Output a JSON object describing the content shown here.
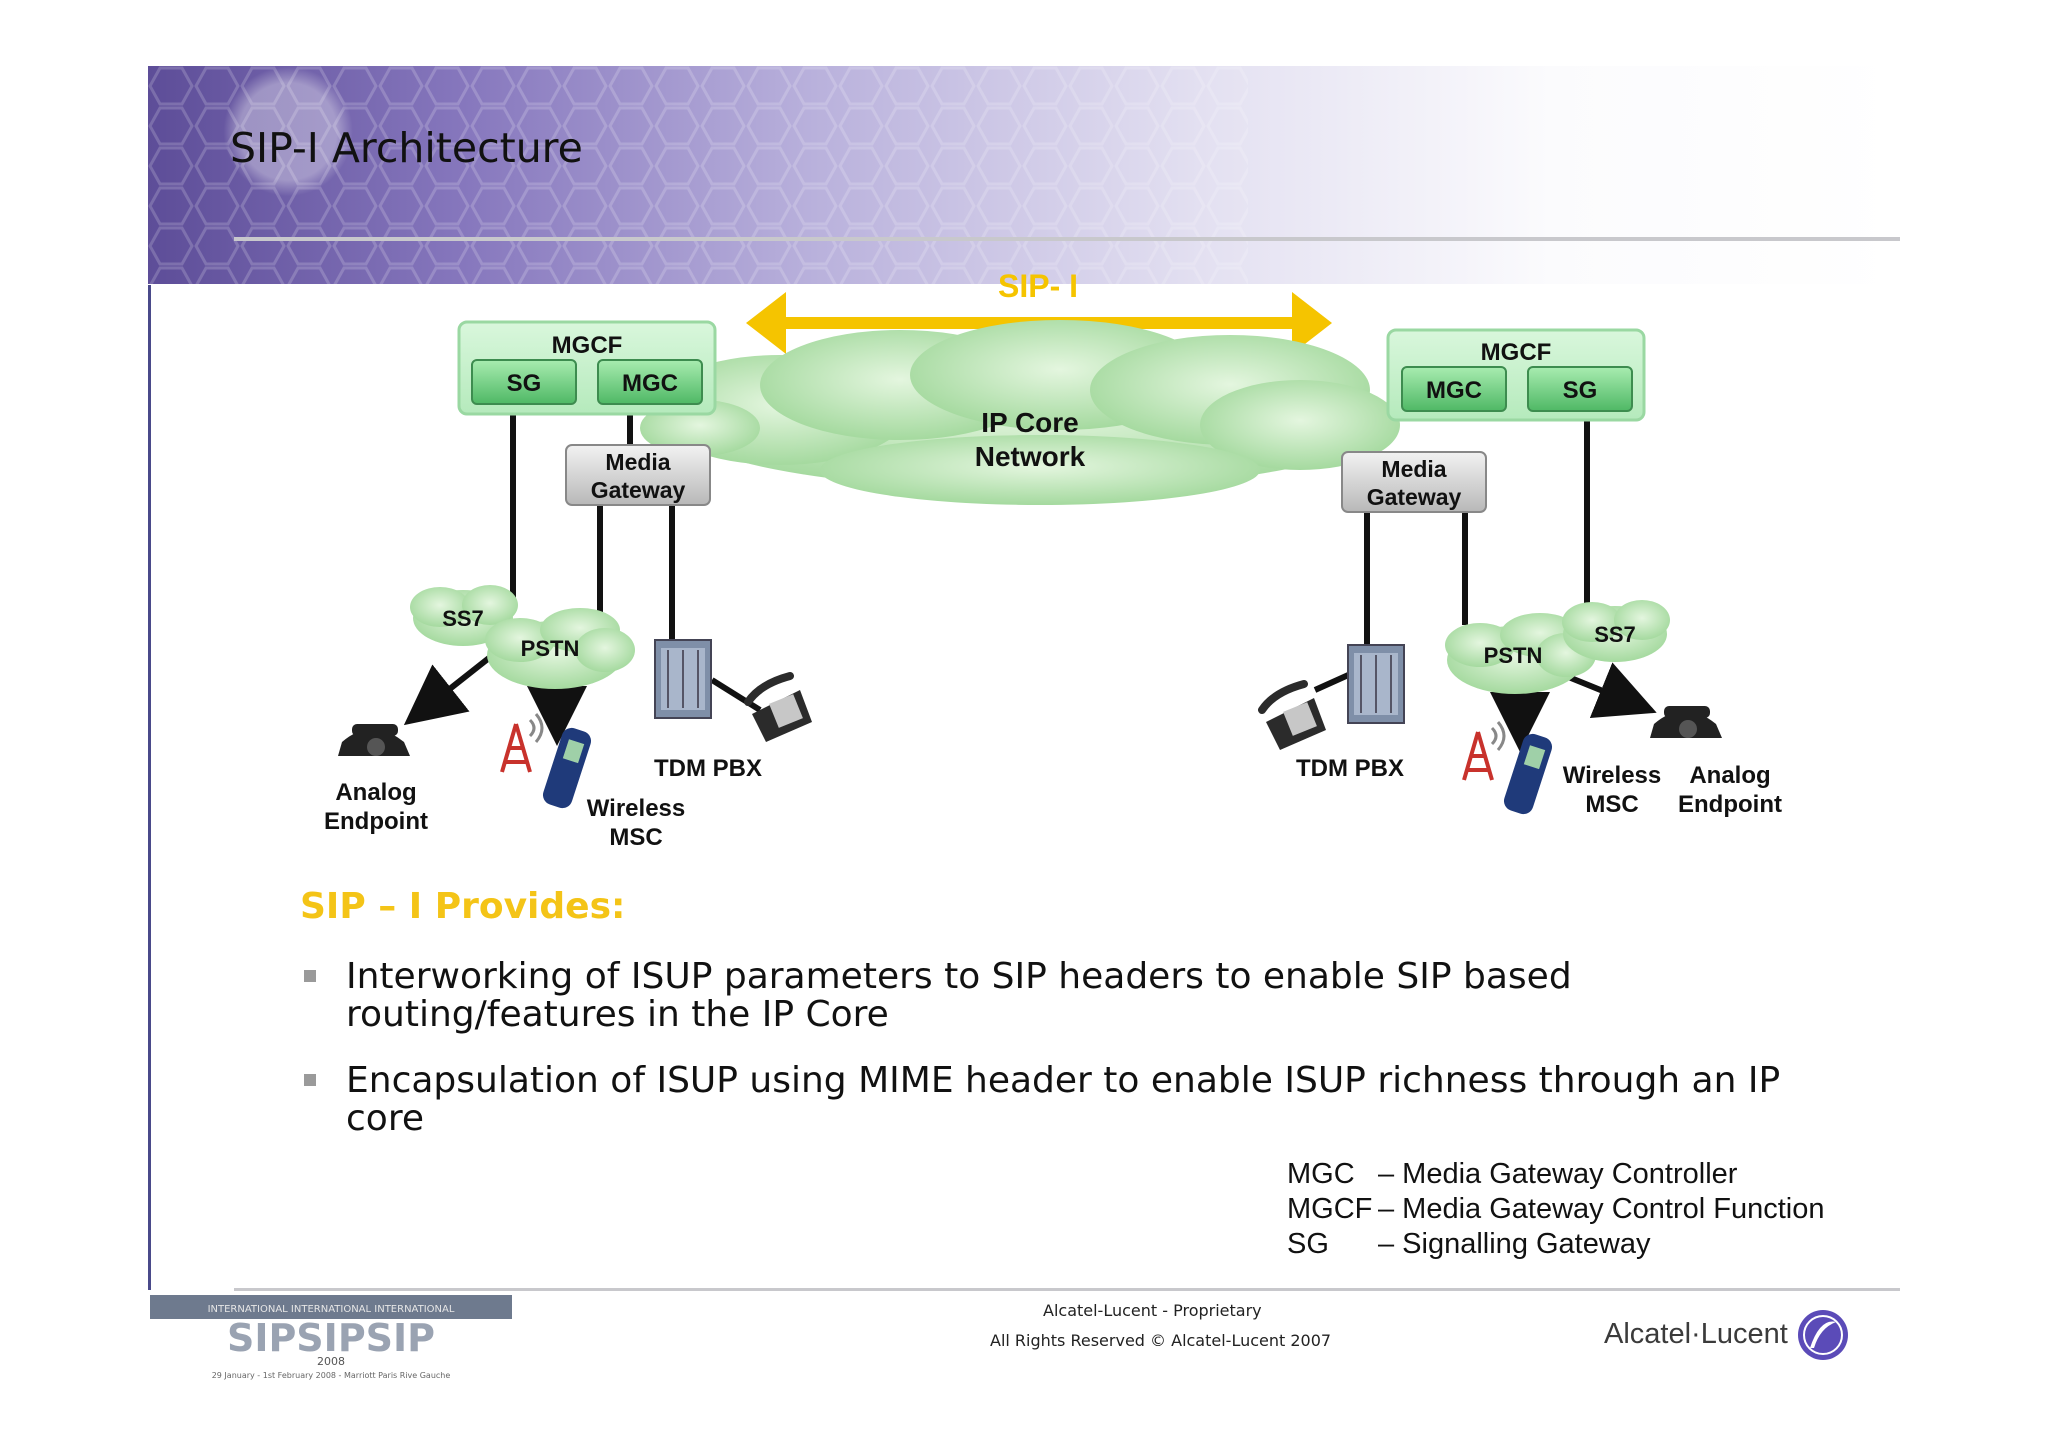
{
  "slide": {
    "title": "SIP-I Architecture"
  },
  "diagram": {
    "sipi_label": "SIP- I",
    "core_label_line1": "IP Core",
    "core_label_line2": "Network",
    "left": {
      "mgcf": "MGCF",
      "sg": "SG",
      "mgc": "MGC",
      "gateway_line1": "Media",
      "gateway_line2": "Gateway",
      "ss7": "SS7",
      "pstn": "PSTN",
      "pbx": "TDM PBX",
      "analog_line1": "Analog",
      "analog_line2": "Endpoint",
      "wireless_line1": "Wireless",
      "wireless_line2": "MSC"
    },
    "right": {
      "mgcf": "MGCF",
      "mgc": "MGC",
      "sg": "SG",
      "gateway_line1": "Media",
      "gateway_line2": "Gateway",
      "ss7": "SS7",
      "pstn": "PSTN",
      "pbx": "TDM PBX",
      "wireless_line1": "Wireless",
      "wireless_line2": "MSC",
      "analog_line1": "Analog",
      "analog_line2": "Endpoint"
    },
    "colors": {
      "arrow": "#f5c400",
      "node_green": "#7ed68c",
      "cloud_green": "#b8e6b0",
      "gateway_grey": "#d8d8d8"
    }
  },
  "provides": {
    "heading": "SIP – I Provides:",
    "bullets": [
      {
        "line1": "Interworking of ISUP parameters to SIP headers to enable SIP based",
        "line2": "routing/features in the IP Core"
      },
      {
        "line1": "Encapsulation of ISUP using MIME header to enable  ISUP richness through an IP",
        "line2": "core"
      }
    ]
  },
  "legend": [
    {
      "abbr": "MGC",
      "desc": "– Media Gateway Controller"
    },
    {
      "abbr": "MGCF",
      "desc": "– Media Gateway Control Function"
    },
    {
      "abbr": "SG",
      "desc": "– Signalling Gateway"
    }
  ],
  "footer": {
    "line1": "Alcatel-Lucent - Proprietary",
    "line2": "All Rights Reserved © Alcatel-Lucent 2007",
    "brand": "Alcatel·Lucent",
    "event_logo": {
      "top": "INTERNATIONAL INTERNATIONAL INTERNATIONAL",
      "word": "SIPSIPSIP",
      "year": "2008",
      "dates": "29 January - 1st February 2008 - Marriott Paris Rive Gauche"
    }
  }
}
